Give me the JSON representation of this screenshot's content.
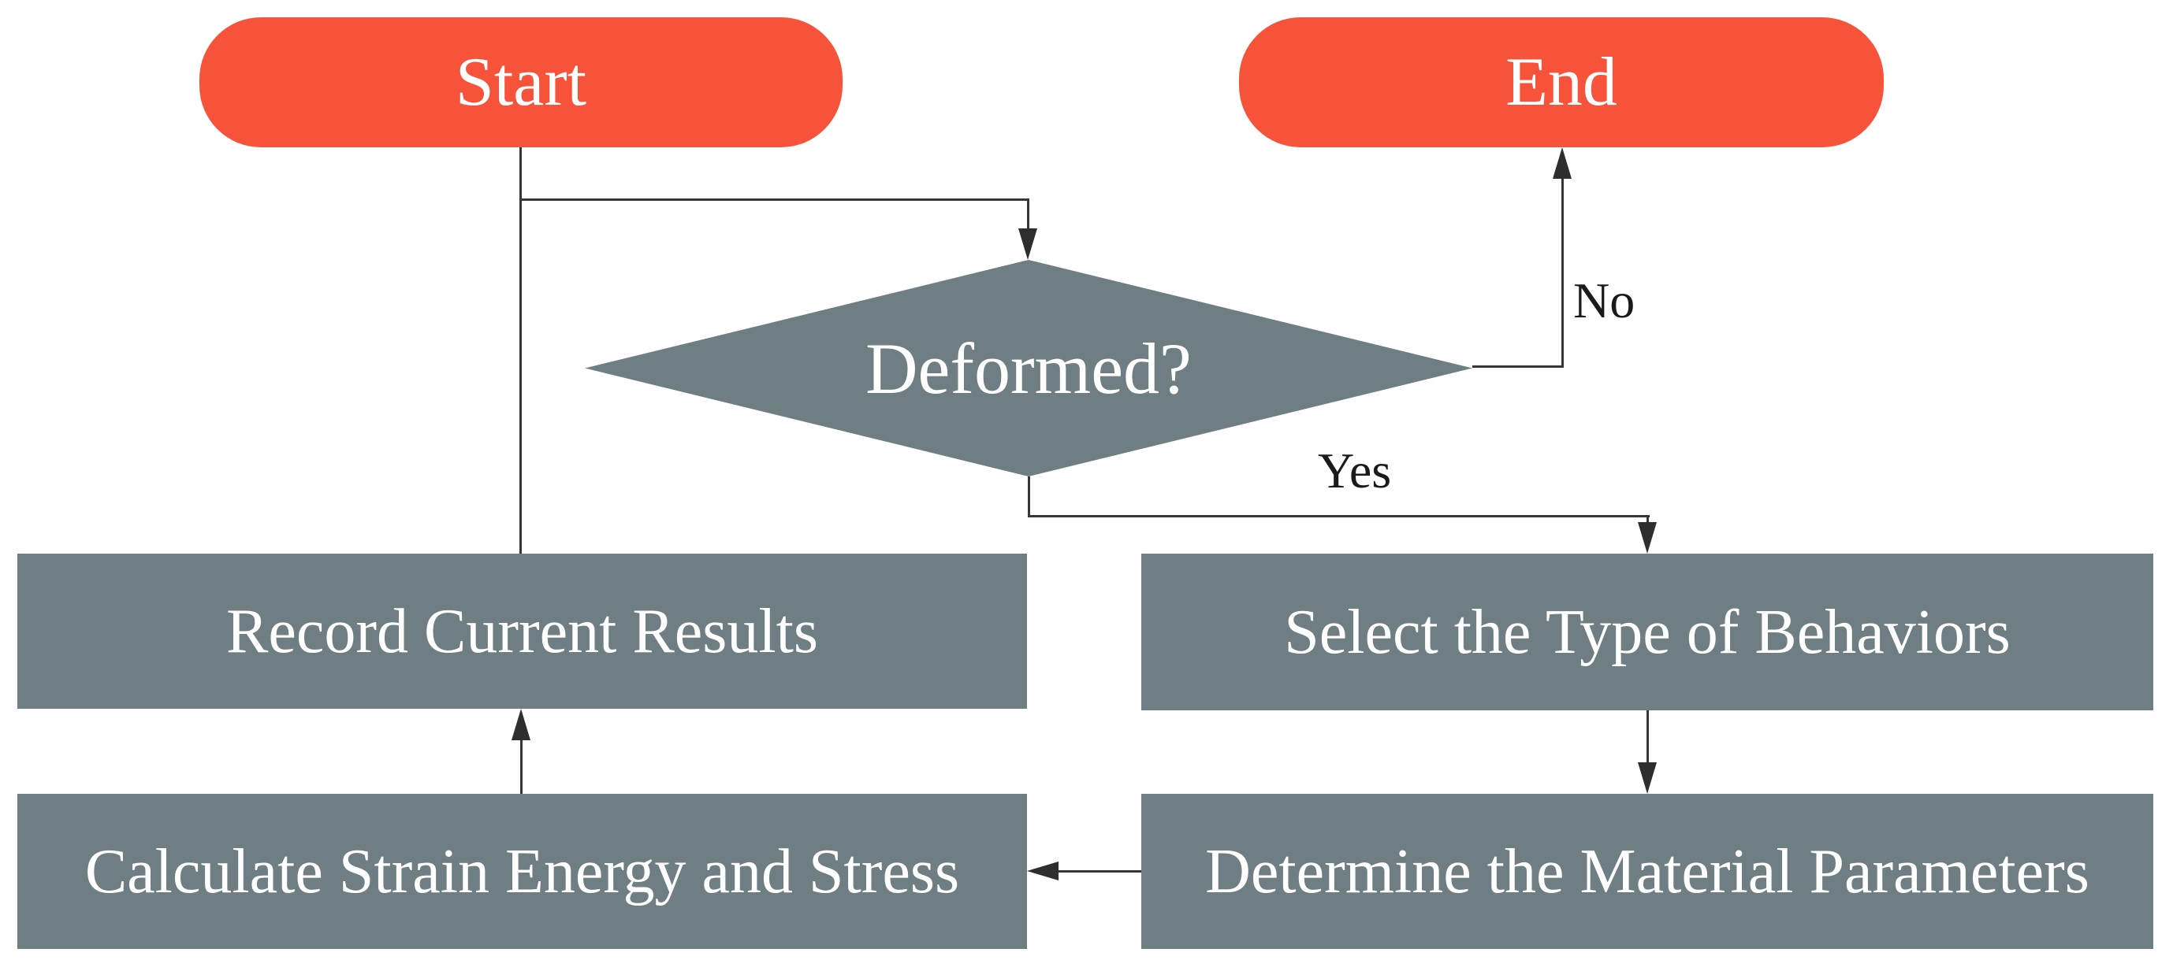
{
  "flowchart": {
    "colors": {
      "terminal_fill": "#F7533B",
      "process_fill": "#6F7E83",
      "node_text": "#FFFFFF",
      "line": "#363636",
      "edge_label_text": "#1A1A1A",
      "background": "#FFFFFF"
    },
    "nodes": {
      "start": {
        "label": "Start",
        "type": "terminal"
      },
      "end": {
        "label": "End",
        "type": "terminal"
      },
      "deformed": {
        "label": "Deformed?",
        "type": "decision"
      },
      "record": {
        "label": "Record Current Results",
        "type": "process"
      },
      "select": {
        "label": "Select the Type of Behaviors",
        "type": "process"
      },
      "calculate": {
        "label": "Calculate Strain Energy and Stress",
        "type": "process"
      },
      "determine": {
        "label": "Determine the Material Parameters",
        "type": "process"
      }
    },
    "edge_labels": {
      "no": "No",
      "yes": "Yes"
    }
  }
}
